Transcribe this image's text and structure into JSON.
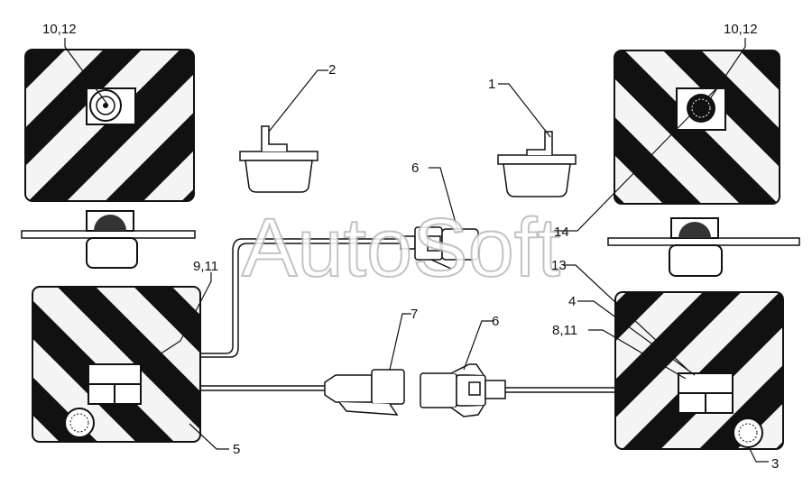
{
  "watermark": "AutoSoft",
  "labels": {
    "top_left_plate": "10,12",
    "top_right_plate": "10,12",
    "part_2": "2",
    "part_1": "1",
    "part_6_top": "6",
    "part_14": "14",
    "part_9_11": "9,11",
    "part_13": "13",
    "part_4": "4",
    "part_8_11": "8,11",
    "part_7": "7",
    "part_6_bottom": "6",
    "part_5": "5",
    "part_3": "3"
  }
}
